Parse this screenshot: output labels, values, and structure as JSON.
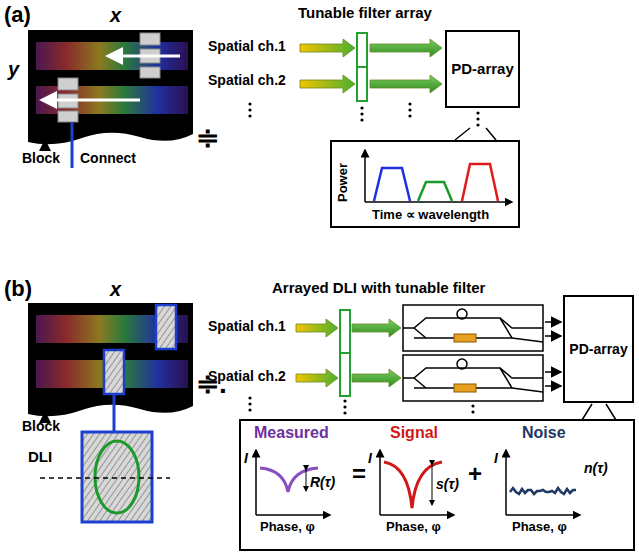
{
  "diagram": {
    "nodes": [
      {
        "text": [
          "PD-array"
        ]
      },
      {
        "text": [
          "Power",
          "Time ∝ wavelength"
        ]
      },
      {
        "text": [
          "DLI"
        ]
      },
      {
        "text": [
          "PD-array"
        ]
      },
      {
        "text": [
          "Measured",
          "I",
          "R(τ)",
          "Phase, φ",
          "=",
          "Signal",
          "I",
          "s(τ)",
          "Phase, φ",
          "+",
          "Noise",
          "I",
          "n(τ)",
          "Phase, φ"
        ]
      }
    ],
    "labels": [
      "(a)",
      "x",
      "y",
      "Block",
      "Connect",
      "≑",
      "Tunable filter array",
      "Spatial ch.1",
      "Spatial ch.2",
      "(b)",
      "x",
      "Block",
      "≑.",
      "Arrayed DLI with tunable filter",
      "Spatial ch.1",
      "Spatial ch.2"
    ]
  }
}
